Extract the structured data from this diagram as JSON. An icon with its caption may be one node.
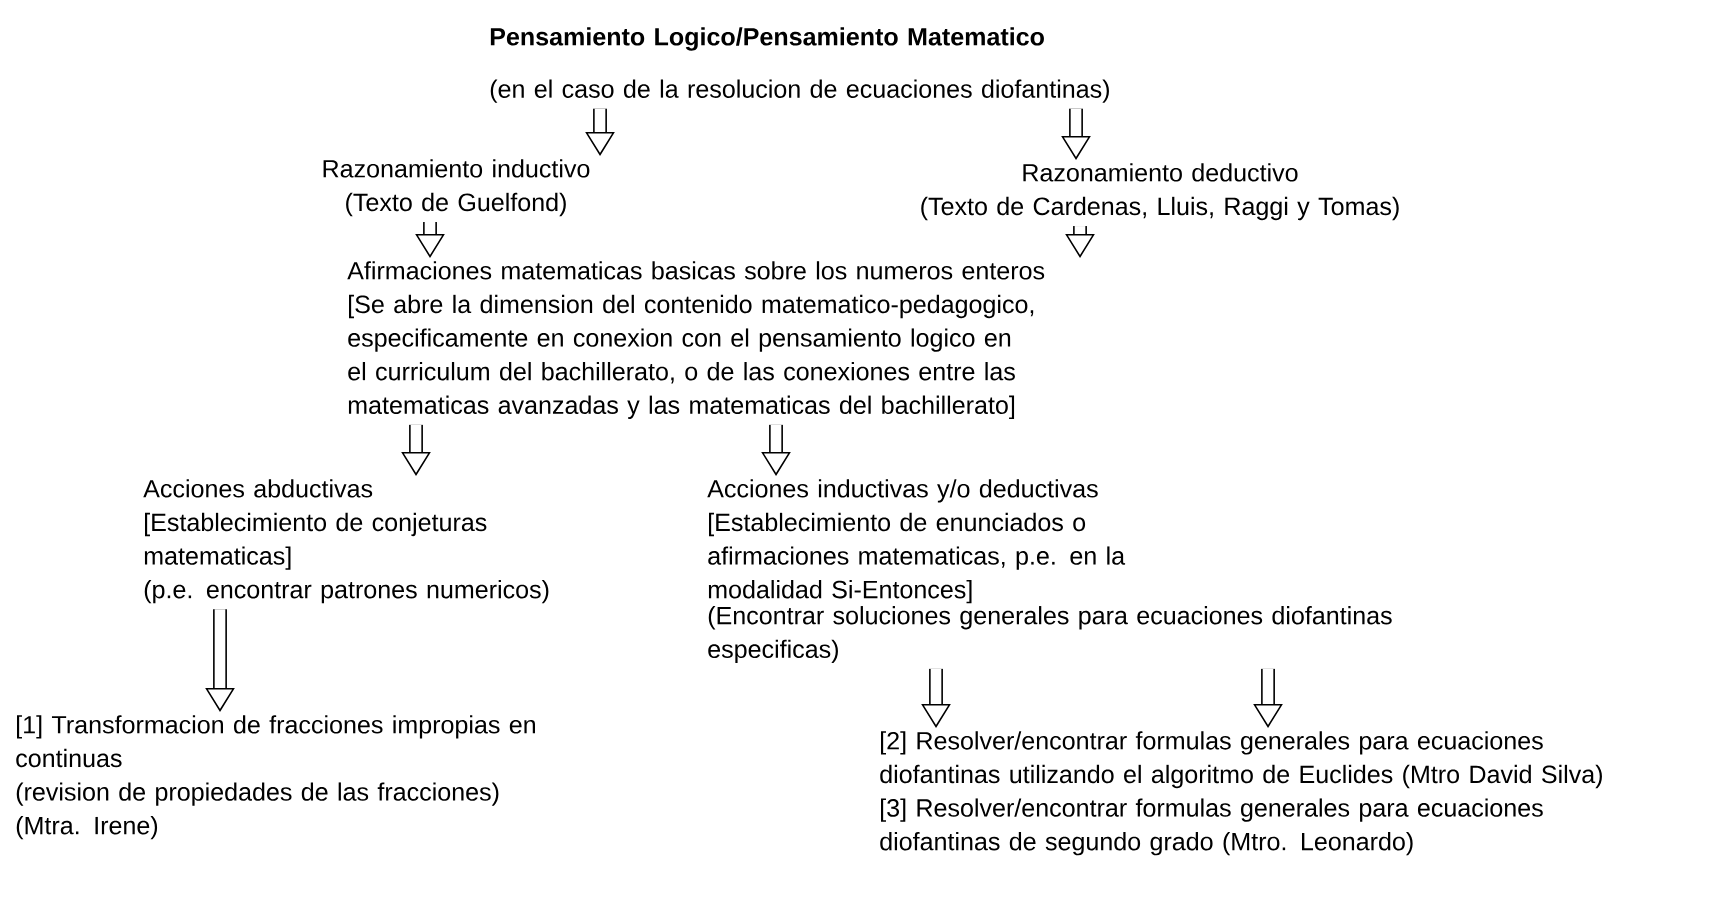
{
  "diagram": {
    "nodes": [
      {
        "text": [
          "Pensamiento Logico/Pensamiento Matematico",
          "(en el caso de la resolucion de ecuaciones diofantinas)"
        ]
      },
      {
        "text": [
          "Razonamiento inductivo",
          "(Texto de Guelfond)"
        ]
      },
      {
        "text": [
          "Razonamiento deductivo",
          "(Texto de Cardenas, Lluis, Raggi y Tomas)"
        ]
      },
      {
        "text": [
          "Afirmaciones matematicas basicas sobre los numeros enteros",
          "[Se abre la dimension del contenido matematico-pedagogico, especificamente en conexion con el pensamiento logico en el curriculum del bachillerato, o de las conexiones entre las matematicas avanzadas y las matematicas del bachillerato]"
        ]
      },
      {
        "text": [
          "Acciones abductivas",
          "[Establecimiento de conjeturas matematicas]",
          "(p.e. encontrar patrones numericos)"
        ]
      },
      {
        "text": [
          "Acciones inductivas y/o deductivas",
          "[Establecimiento de enunciados o afirmaciones matematicas, p.e. en la modalidad Si-Entonces]",
          "(Encontrar soluciones generales para ecuaciones diofantinas especificas)"
        ]
      },
      {
        "text": [
          "[1] Transformacion de fracciones impropias en continuas",
          "(revision de propiedades de las fracciones)",
          "(Mtra. Irene)"
        ]
      },
      {
        "text": [
          "[2] Resolver/encontrar formulas generales para ecuaciones diofantinas utilizando el algoritmo de Euclides (Mtro David Silva)",
          "[3] Resolver/encontrar formulas generales para ecuaciones diofantinas de segundo grado (Mtro. Leonardo)"
        ]
      }
    ],
    "edges": [
      {
        "from": 0,
        "to": 1,
        "arrow": "to"
      },
      {
        "from": 0,
        "to": 2,
        "arrow": "to"
      },
      {
        "from": 1,
        "to": 3,
        "arrow": "to"
      },
      {
        "from": 2,
        "to": 3,
        "arrow": "to"
      },
      {
        "from": 3,
        "to": 4,
        "arrow": "to"
      },
      {
        "from": 3,
        "to": 5,
        "arrow": "to"
      },
      {
        "from": 4,
        "to": 6,
        "arrow": "to"
      },
      {
        "from": 5,
        "to": 7,
        "arrow": "to"
      },
      {
        "from": 5,
        "to": 7,
        "arrow": "to"
      }
    ]
  }
}
